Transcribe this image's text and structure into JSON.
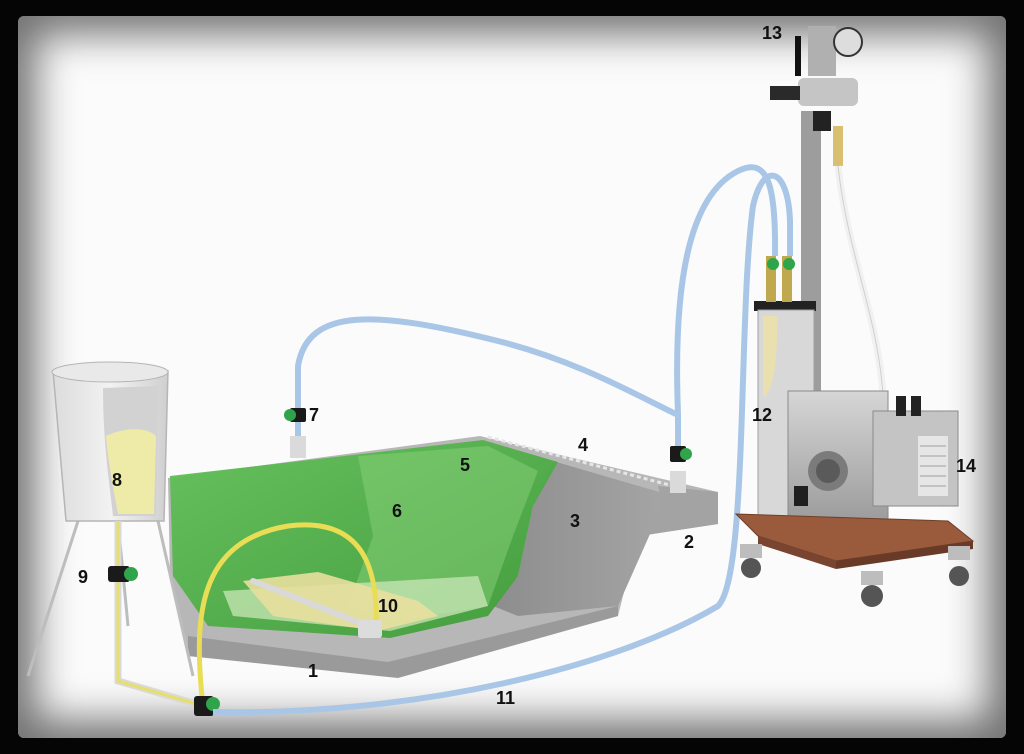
{
  "callouts": {
    "n1": "1",
    "n2": "2",
    "n3": "3",
    "n4": "4",
    "n5": "5",
    "n6": "6",
    "n7": "7",
    "n8": "8",
    "n9": "9",
    "n10": "10",
    "n11": "11",
    "n12": "12",
    "n13": "13",
    "n14": "14"
  },
  "colors": {
    "frame": "#050505",
    "background": "#fbfbfb",
    "mold_gray": "#8e8e8e",
    "fabric_green": "#4fae45",
    "hose_blue": "#a9c6e6",
    "resin_yellow": "#efe27a",
    "valve_green": "#2fa44a",
    "cart_wood": "#9a5a3c"
  }
}
